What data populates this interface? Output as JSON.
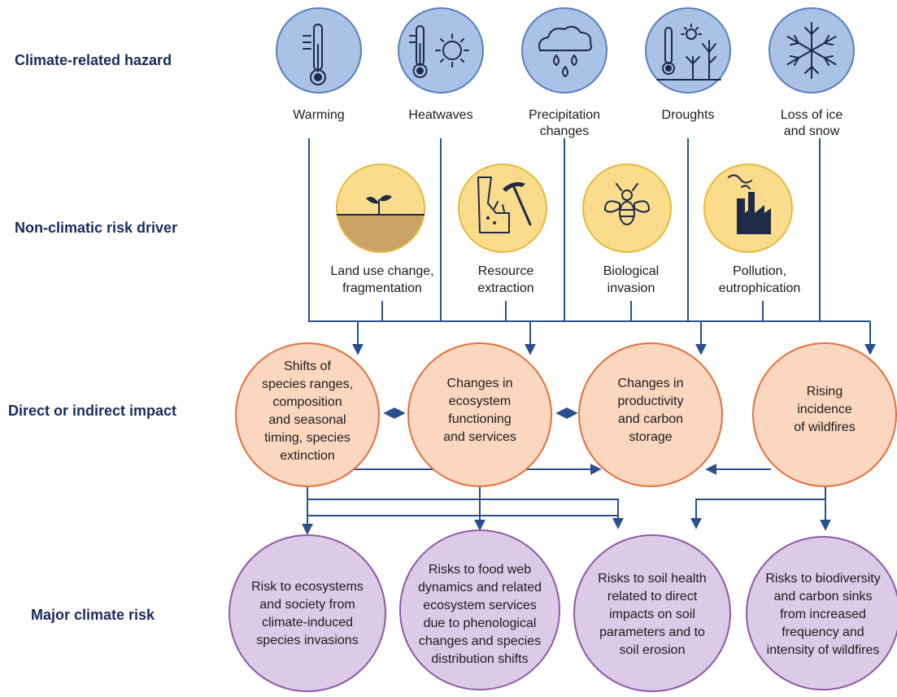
{
  "rows": {
    "hazard": "Climate-related hazard",
    "driver": "Non-climatic risk driver",
    "impact": "Direct or indirect impact",
    "risk": "Major climate risk"
  },
  "hazards": [
    {
      "icon": "thermometer-icon",
      "lines": [
        "Warming"
      ]
    },
    {
      "icon": "thermometer-sun-icon",
      "lines": [
        "Heatwaves"
      ]
    },
    {
      "icon": "cloud-rain-icon",
      "lines": [
        "Precipitation",
        "changes"
      ]
    },
    {
      "icon": "drought-icon",
      "lines": [
        "Droughts"
      ]
    },
    {
      "icon": "snowflake-icon",
      "lines": [
        "Loss of ice",
        "and snow"
      ]
    }
  ],
  "drivers": [
    {
      "icon": "seedling-soil-icon",
      "lines": [
        "Land use change,",
        "fragmentation"
      ]
    },
    {
      "icon": "mining-pickaxe-icon",
      "lines": [
        "Resource",
        "extraction"
      ]
    },
    {
      "icon": "insect-icon",
      "lines": [
        "Biological",
        "invasion"
      ]
    },
    {
      "icon": "factory-icon",
      "lines": [
        "Pollution,",
        "eutrophication"
      ]
    }
  ],
  "impacts": [
    {
      "lines": [
        "Shifts of",
        "species ranges,",
        "composition",
        "and seasonal",
        "timing, species",
        "extinction"
      ]
    },
    {
      "lines": [
        "Changes in",
        "ecosystem",
        "functioning",
        "and services"
      ]
    },
    {
      "lines": [
        "Changes in",
        "productivity",
        "and carbon",
        "storage"
      ]
    },
    {
      "lines": [
        "Rising",
        "incidence",
        "of wildfires"
      ]
    }
  ],
  "risks": [
    {
      "lines": [
        "Risk to ecosystems",
        "and society from",
        "climate-induced",
        "species invasions"
      ]
    },
    {
      "lines": [
        "Risks to food web",
        "dynamics and related",
        "ecosystem services",
        "due to phenological",
        "changes and species",
        "distribution shifts"
      ]
    },
    {
      "lines": [
        "Risks to soil health",
        "related to direct",
        "impacts on soil",
        "parameters and to",
        "soil erosion"
      ]
    },
    {
      "lines": [
        "Risks to biodiversity",
        "and carbon sinks",
        "from increased",
        "frequency and",
        "intensity of wildfires"
      ]
    }
  ],
  "colors": {
    "row_label": "#1a2a5e",
    "hazard_fill": "#aac2e6",
    "hazard_stroke": "#5b7fbe",
    "driver_fill": "#fbdc8c",
    "driver_stroke": "#e6b93c",
    "soil_brown": "#c9a366",
    "impact_fill": "#fcd7c0",
    "impact_stroke": "#e2703a",
    "risk_fill": "#dccbe6",
    "risk_stroke": "#8c5aa8",
    "arrow": "#2a4f8c"
  }
}
